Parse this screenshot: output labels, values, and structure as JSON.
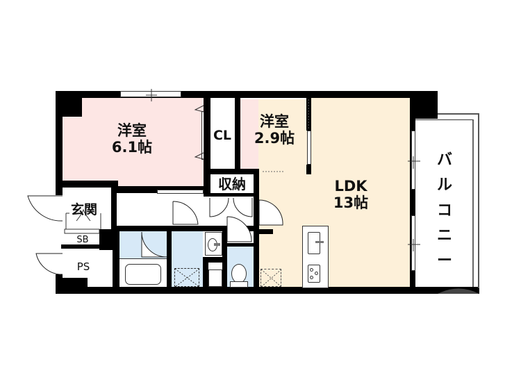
{
  "floorplan": {
    "rooms": [
      {
        "id": "western-room-1",
        "name": "洋室",
        "size": "6.1帖"
      },
      {
        "id": "closet",
        "name": "CL"
      },
      {
        "id": "western-room-2",
        "name": "洋室",
        "size": "2.9帖"
      },
      {
        "id": "storage",
        "name": "収納"
      },
      {
        "id": "ldk",
        "name": "LDK",
        "size": "13帖"
      },
      {
        "id": "balcony",
        "name": "バルコニー",
        "chars": [
          "バ",
          "ル",
          "コ",
          "ニ",
          "ー"
        ]
      },
      {
        "id": "entrance",
        "name": "玄関"
      },
      {
        "id": "shoe-box",
        "name": "SB"
      },
      {
        "id": "pipe-space",
        "name": "PS"
      }
    ],
    "colors": {
      "wall": "#000000",
      "bedroom": "#fde6e4",
      "ldk": "#fdf0d9",
      "wet_area": "#d7e9f7",
      "background": "#ffffff"
    }
  }
}
